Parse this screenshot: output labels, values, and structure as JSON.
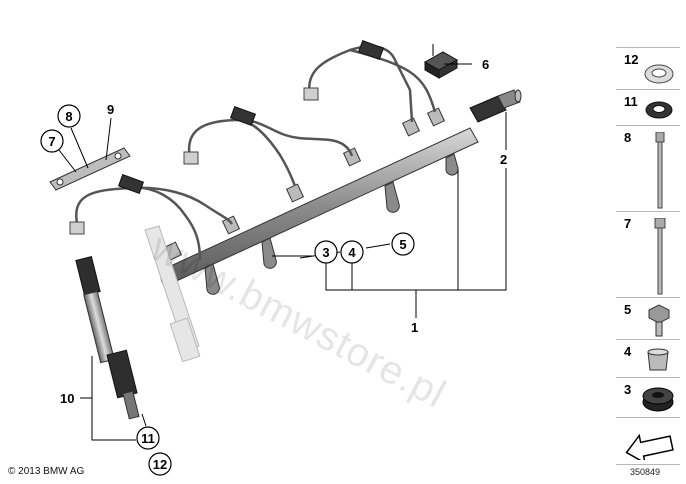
{
  "watermark": "www.bmwstore.pl",
  "copyright": "© 2013 BMW AG",
  "diagram_id": "350849",
  "callouts": [
    "1",
    "2",
    "3",
    "4",
    "5",
    "6",
    "7",
    "8",
    "9",
    "10",
    "11",
    "12"
  ],
  "sidebar": [
    "12",
    "11",
    "8",
    "7",
    "5",
    "4",
    "3"
  ],
  "colors": {
    "line": "#000000",
    "part_dark": "#3a3a3a",
    "part_grey": "#9a9a9a",
    "divider": "#b8b8b8"
  }
}
